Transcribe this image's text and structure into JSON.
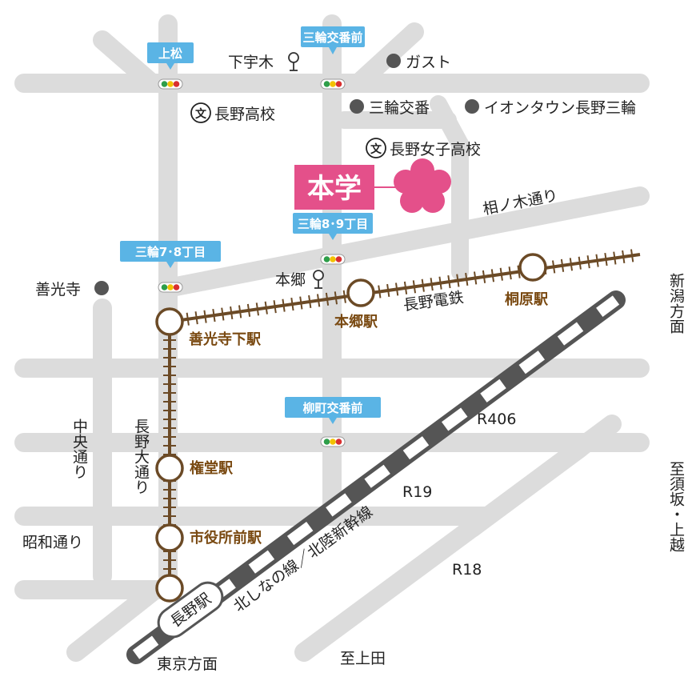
{
  "colors": {
    "road": "#dcdcdc",
    "rail_local": "#6b4a26",
    "rail_jr_dark": "#555555",
    "signal_label_bg": "#5ab4e5",
    "campus": "#e4508a",
    "station_text": "#7a4a12"
  },
  "signals": [
    {
      "id": "kamimatsu",
      "label": "上松"
    },
    {
      "id": "miwa-koban-mae",
      "label": "三輪交番前"
    },
    {
      "id": "miwa-89",
      "label": "三輪8･9丁目"
    },
    {
      "id": "miwa-78",
      "label": "三輪7･8丁目"
    },
    {
      "id": "yanagimachi",
      "label": "柳町交番前"
    }
  ],
  "landmarks": {
    "shimoukiki": "下宇木",
    "gusto": "ガスト",
    "nagano_high": "長野高校",
    "miwa_koban": "三輪交番",
    "aeon": "イオンタウン長野三輪",
    "nagano_girls": "長野女子高校",
    "hongo_po": "本郷",
    "zenkoji": "善光寺",
    "school_icon": "文"
  },
  "campus": {
    "label": "本学"
  },
  "stations": {
    "zenkojishita": "善光寺下駅",
    "hongo": "本郷駅",
    "kirihara": "桐原駅",
    "gondo": "権堂駅",
    "shiyakusho": "市役所前駅",
    "nagano": "長野駅"
  },
  "lines": {
    "nagano_dentetsu": "長野電鉄",
    "jr": "北しなの線／北陸新幹線"
  },
  "roads": {
    "ainoki": "相ノ木通り",
    "r406": "R406",
    "r19": "R19",
    "r18": "R18",
    "chuo": "中央通り",
    "naganoodori": "長野大通り",
    "showa": "昭和通り"
  },
  "directions": {
    "niigata": "新潟方面",
    "suzaka": "至須坂・上越",
    "tokyo": "東京方面",
    "ueda": "至上田"
  }
}
